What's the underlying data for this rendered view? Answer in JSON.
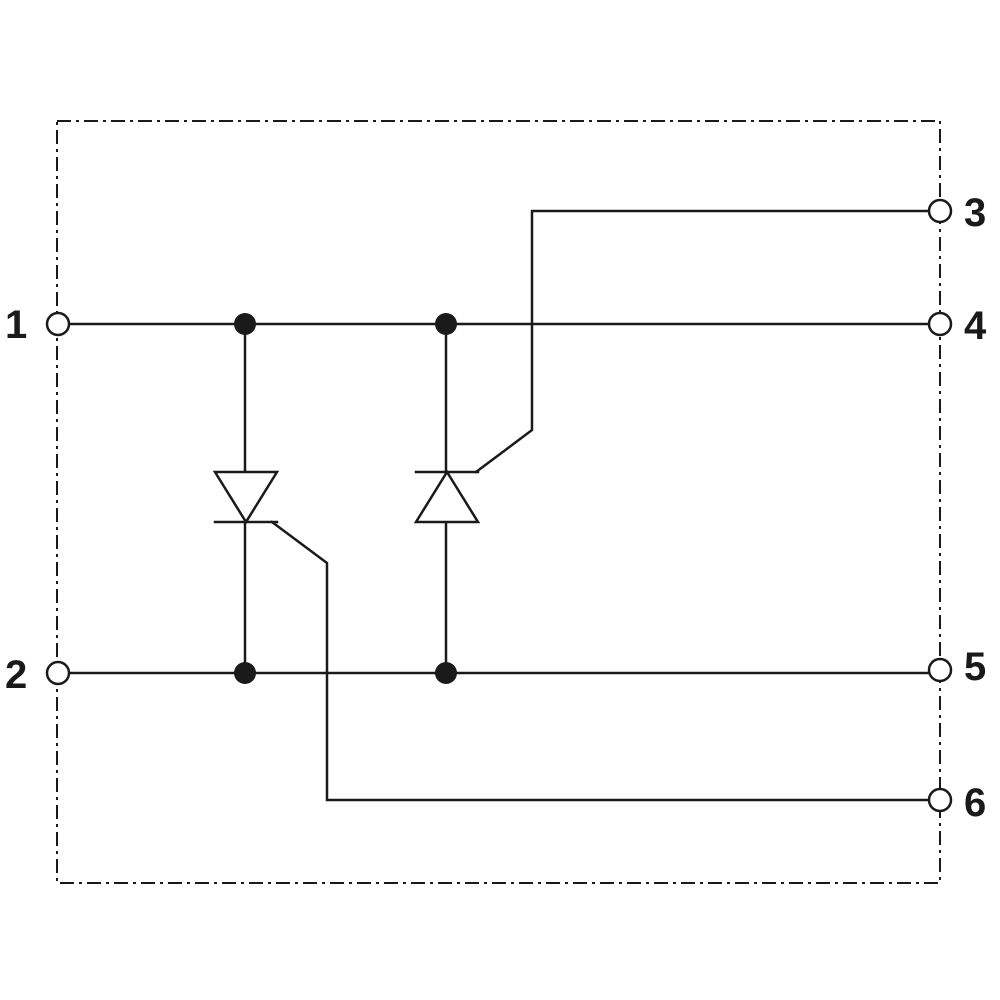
{
  "terminals": {
    "t1": "1",
    "t2": "2",
    "t3": "3",
    "t4": "4",
    "t5": "5",
    "t6": "6"
  },
  "colors": {
    "line": "#1a1a1a",
    "background": "#ffffff"
  }
}
